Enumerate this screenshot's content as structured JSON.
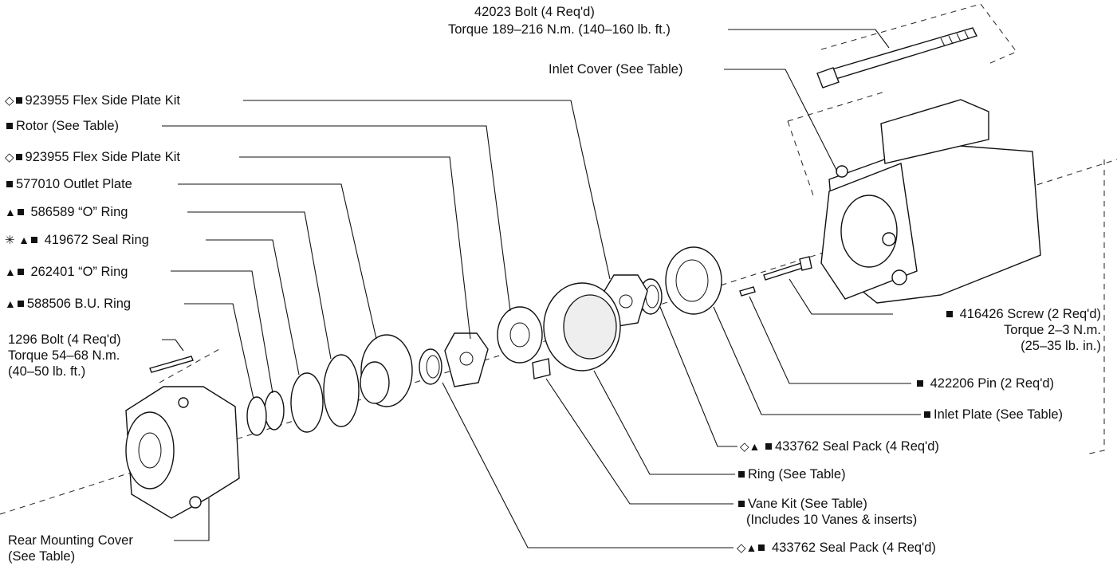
{
  "labels": {
    "bolt_42023_line1": "42023 Bolt (4 Req'd)",
    "bolt_42023_line2": "Torque 189–216 N.m. (140–160 lb. ft.)",
    "inlet_cover": "Inlet Cover (See Table)",
    "flex_side_plate_kit_1": "923955 Flex Side Plate Kit",
    "rotor": "Rotor (See Table)",
    "flex_side_plate_kit_2": "923955 Flex Side Plate Kit",
    "outlet_plate": "577010 Outlet Plate",
    "o_ring_586589": "586589 “O” Ring",
    "seal_ring_419672": "419672 Seal Ring",
    "o_ring_262401": "262401 “O” Ring",
    "bu_ring_588506": "588506 B.U. Ring",
    "bolt_1296_line1": "1296 Bolt (4 Req'd)",
    "bolt_1296_line2": "Torque 54–68 N.m.",
    "bolt_1296_line3": "(40–50 lb. ft.)",
    "rear_cover_line1": "Rear Mounting Cover",
    "rear_cover_line2": "(See Table)",
    "screw_416426_line1": "416426 Screw (2 Req'd)",
    "screw_416426_line2": "Torque 2–3 N.m.",
    "screw_416426_line3": "(25–35 lb. in.)",
    "pin_422206": "422206 Pin (2 Req'd)",
    "inlet_plate": "Inlet Plate (See Table)",
    "seal_pack_1": "433762 Seal Pack (4 Req'd)",
    "ring": "Ring (See Table)",
    "vane_kit_line1": "Vane Kit (See Table)",
    "vane_kit_line2": "(Includes 10 Vanes & inserts)",
    "seal_pack_2": "433762 Seal Pack (4 Req'd)"
  },
  "symbols": {
    "diamond": "◇",
    "triangle": "▲",
    "asterisk": "✳"
  }
}
